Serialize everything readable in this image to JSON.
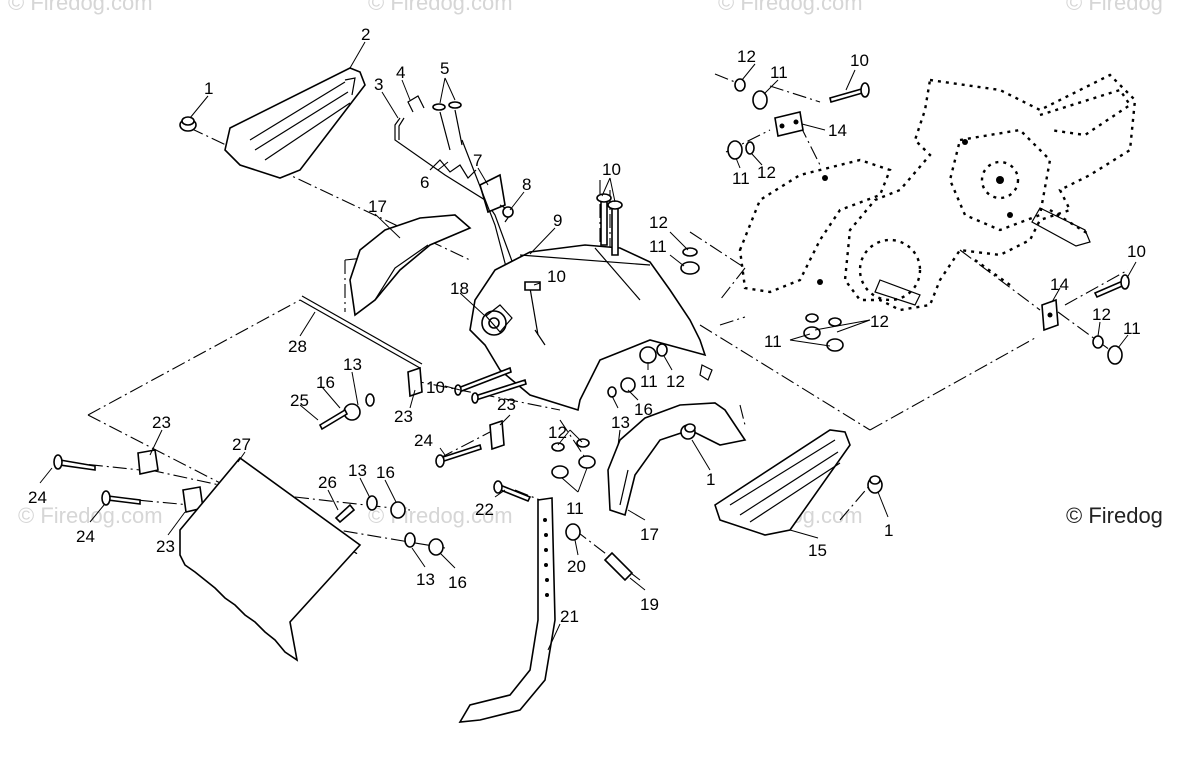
{
  "watermarks": {
    "top_1": "© Firedog.com",
    "top_2": "© Firedog.com",
    "top_3": "© Firedog.com",
    "top_4": "© Firedog",
    "mid_1": "© Firedog.com",
    "mid_2": "© Firedog.com",
    "mid_3": "© Firedog.com"
  },
  "copyright": "© Firedog",
  "callouts": [
    "1",
    "2",
    "3",
    "4",
    "5",
    "6",
    "7",
    "8",
    "9",
    "10",
    "11",
    "12",
    "13",
    "14",
    "15",
    "16",
    "17",
    "18",
    "19",
    "20",
    "21",
    "22",
    "23",
    "24",
    "25",
    "26",
    "27",
    "28"
  ]
}
